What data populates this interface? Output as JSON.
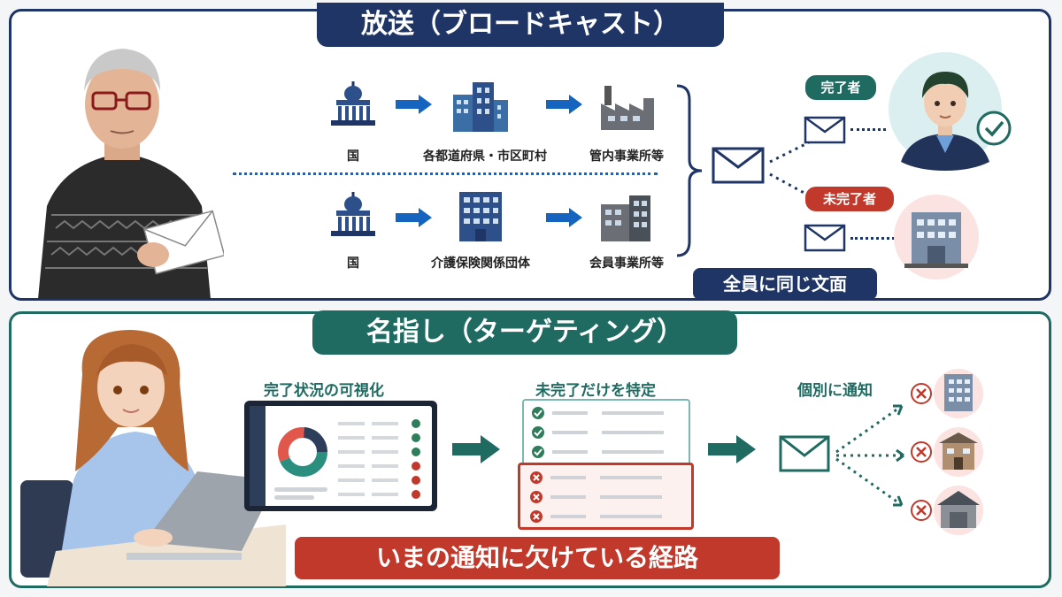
{
  "top": {
    "banner": "放送（ブロードキャスト）",
    "row1": [
      "国",
      "各都道府県・市区町村",
      "管内事業所等"
    ],
    "row2": [
      "国",
      "介護保険関係団体",
      "会員事業所等"
    ],
    "same_text": "全員に同じ文面",
    "completed": "完了者",
    "incomplete": "未完了者"
  },
  "bottom": {
    "banner": "名指し（ターゲティング）",
    "step1": "完了状況の可視化",
    "step2": "未完了だけを特定",
    "step3": "個別に通知",
    "footer": "いまの通知に欠けている経路"
  },
  "colors": {
    "navy": "#1f3566",
    "teal": "#1f6b62",
    "red": "#c0392b",
    "blue_arrow": "#1565c0",
    "check_green": "#2e7d5b"
  }
}
